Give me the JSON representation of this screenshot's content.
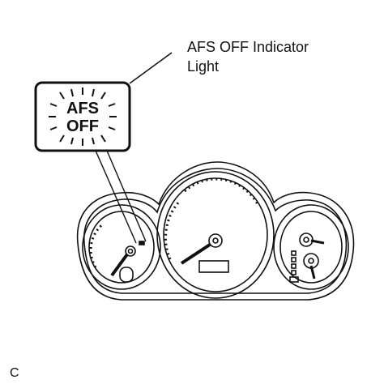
{
  "callout": {
    "line1": "AFS OFF Indicator",
    "line2": "Light"
  },
  "indicator": {
    "line1": "AFS",
    "line2": "OFF"
  },
  "figure_code": "C"
}
